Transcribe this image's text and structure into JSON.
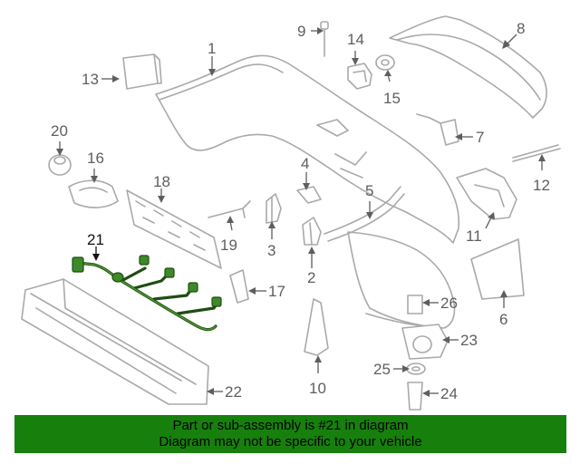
{
  "diagram": {
    "callouts": {
      "c1": "1",
      "c2": "2",
      "c3": "3",
      "c4": "4",
      "c5": "5",
      "c6": "6",
      "c7": "7",
      "c8": "8",
      "c9": "9",
      "c10": "10",
      "c11": "11",
      "c12": "12",
      "c13": "13",
      "c14": "14",
      "c15": "15",
      "c16": "16",
      "c17": "17",
      "c18": "18",
      "c19": "19",
      "c20": "20",
      "c21": "21",
      "c22": "22",
      "c23": "23",
      "c24": "24",
      "c25": "25",
      "c26": "26"
    },
    "highlight_color": "#17800d",
    "harness_color": "#2f6e1f"
  },
  "banner": {
    "line1": "Part or sub-assembly is #21 in diagram",
    "line2": "Diagram may not be specific to your vehicle"
  }
}
